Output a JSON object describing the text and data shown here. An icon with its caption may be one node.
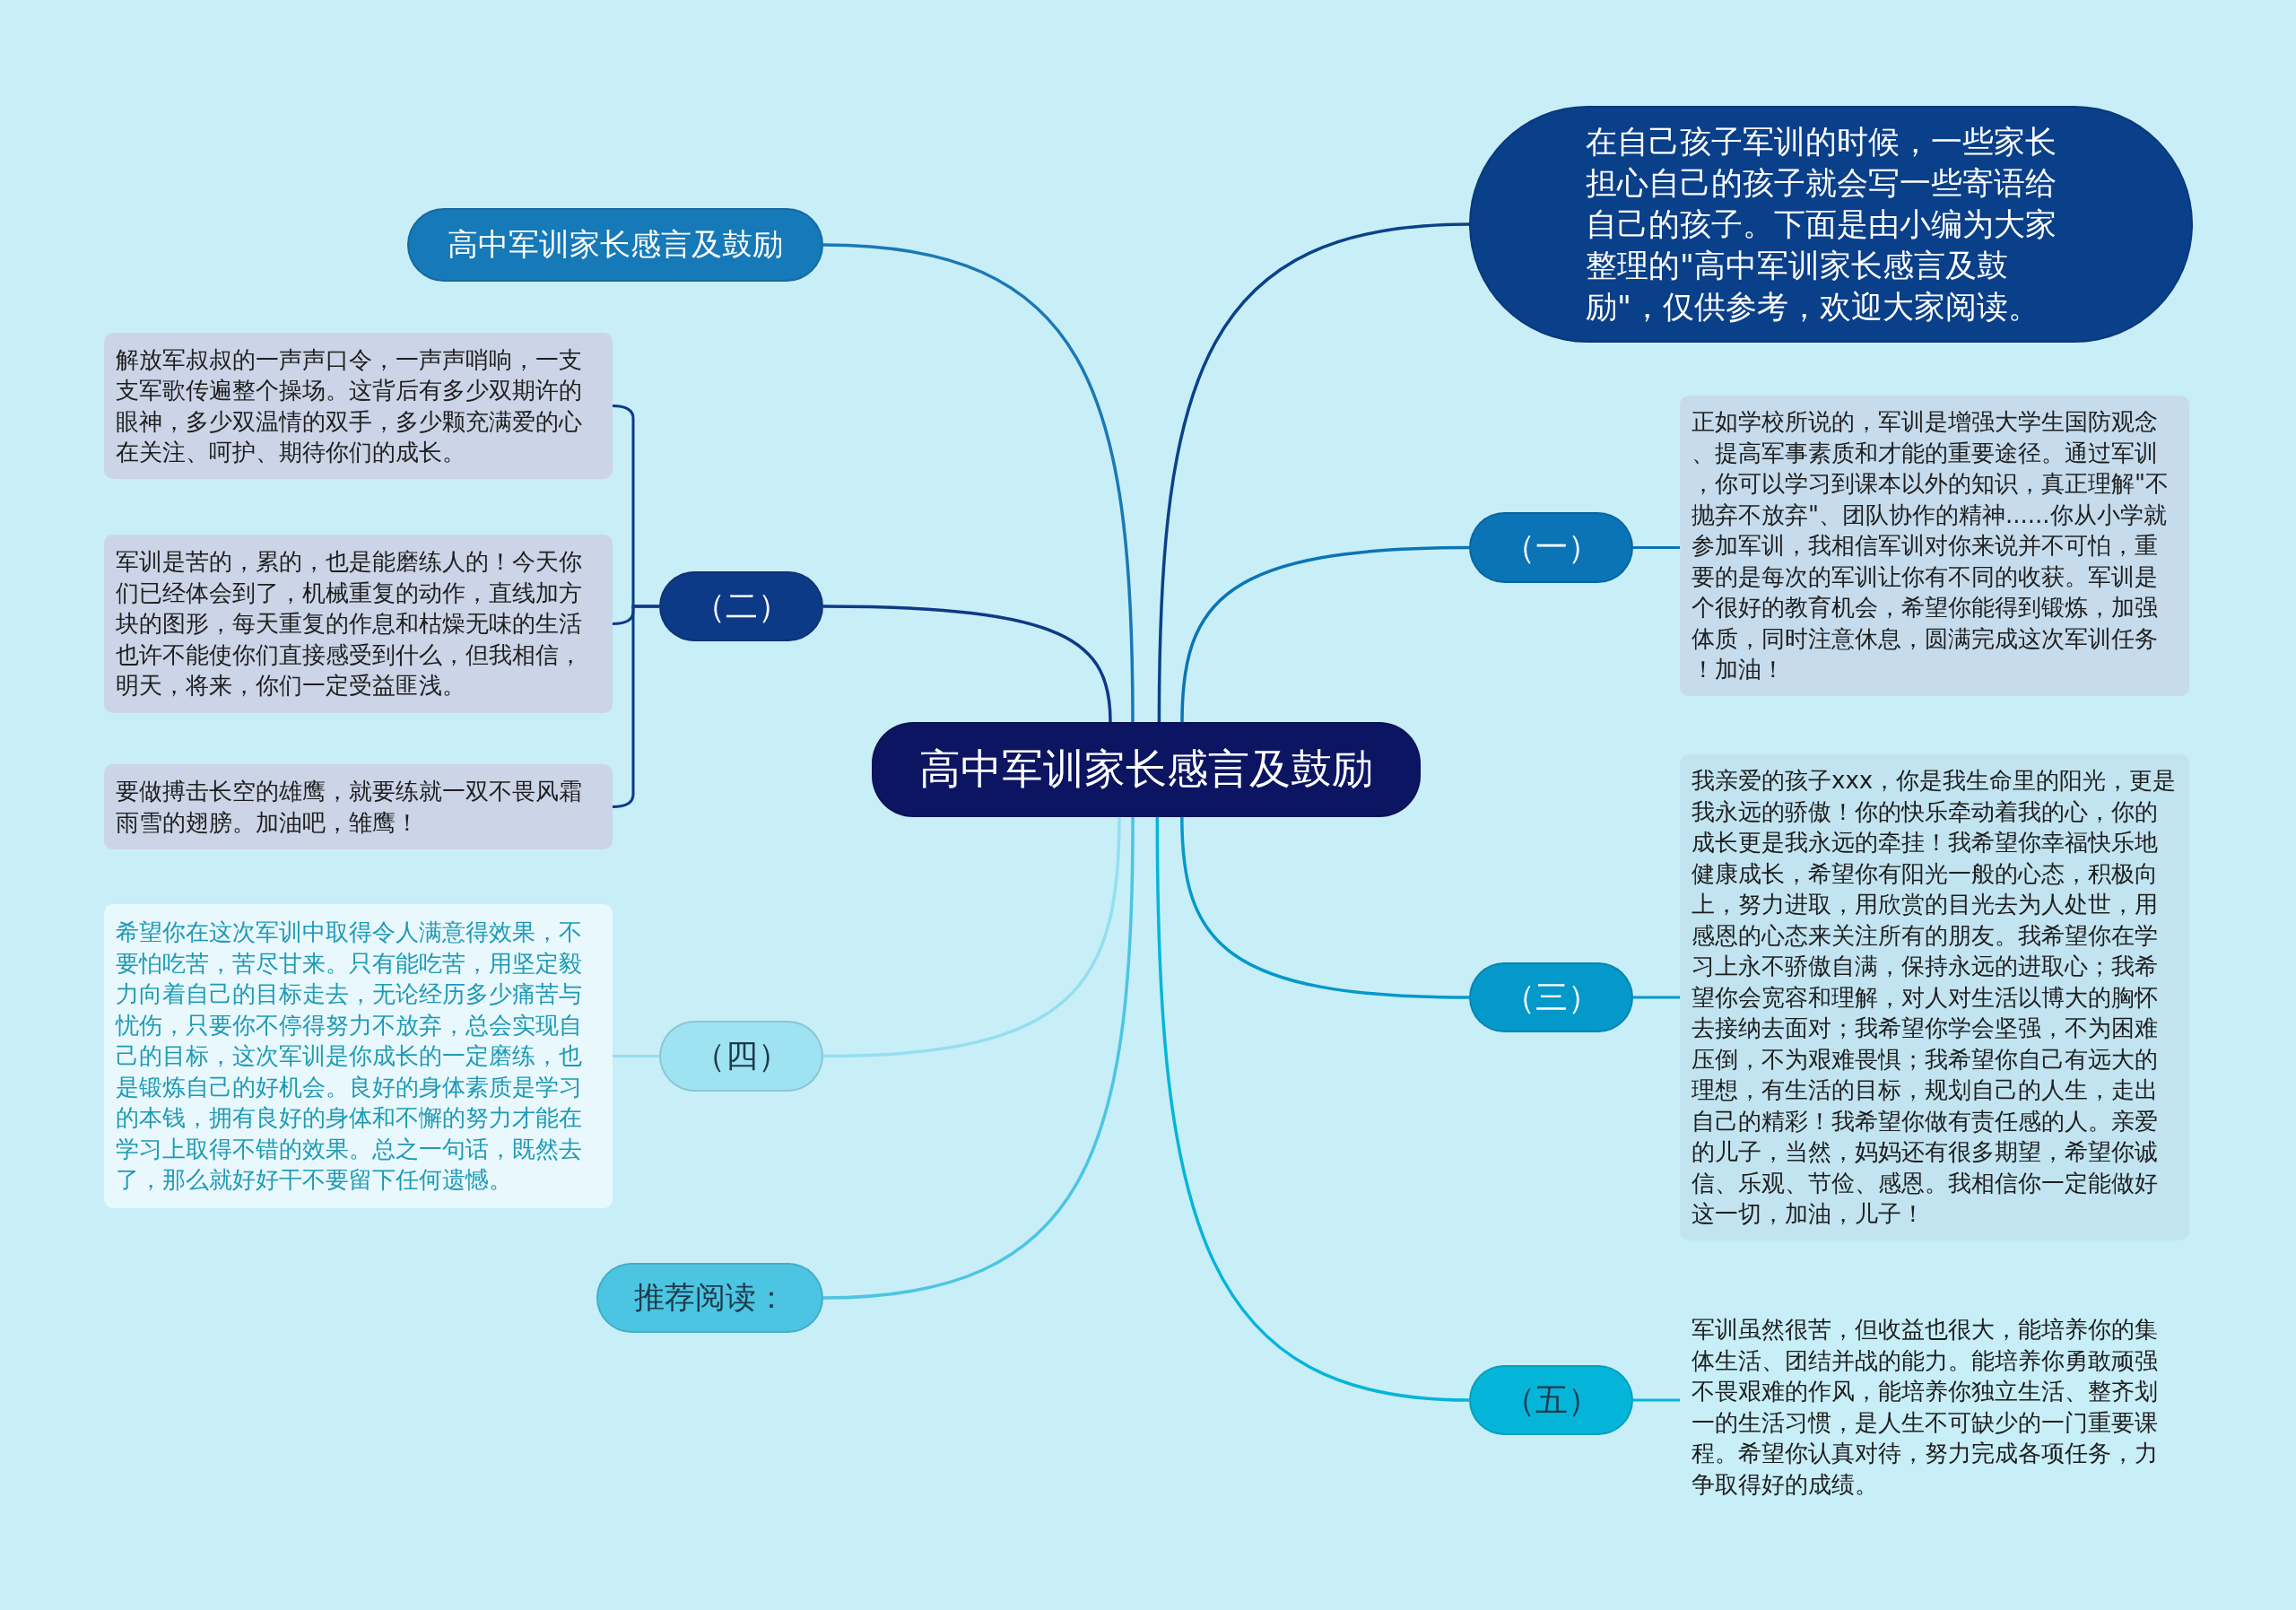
{
  "diagram": {
    "nodes": [
      {
        "text": [
          "高中军训家长感言及鼓励"
        ]
      },
      {
        "text": [
          "高中军训家长感言及鼓励"
        ]
      },
      {
        "text": [
          "在自己孩子军训的时候，一些家长担心自己的孩子就会写一些寄语给自己的孩子。下面是由小编为大家整理的\"高中军训家长感言及鼓励\"，仅供参考，欢迎大家阅读。"
        ]
      },
      {
        "text": [
          "（二）"
        ]
      },
      {
        "text": [
          "解放军叔叔的一声声口令，一声声哨响，一支支军歌传遍整个操场。这背后有多少双期许的眼神，多少双温情的双手，多少颗充满爱的心在关注、呵护、期待你们的成长。"
        ]
      },
      {
        "text": [
          "军训是苦的，累的，也是能磨练人的！今天你们已经体会到了，机械重复的动作，直线加方块的图形，每天重复的作息和枯燥无味的生活也许不能使你们直接感受到什么，但我相信，明天，将来，你们一定受益匪浅。"
        ]
      },
      {
        "text": [
          "要做搏击长空的雄鹰，就要练就一双不畏风霜雨雪的翅膀。加油吧，雏鹰！"
        ]
      },
      {
        "text": [
          "（一）"
        ]
      },
      {
        "text": [
          "正如学校所说的，军训是增强大学生国防观念、提高军事素质和才能的重要途径。通过军训，你可以学习到课本以外的知识，真正理解\"不抛弃不放弃\"、团队协作的精神......你从小学就参加军训，我相信军训对你来说并不可怕，重要的是每次的军训让你有不同的收获。军训是个很好的教育机会，希望你能得到锻炼，加强体质，同时注意休息，圆满完成这次军训任务！加油！"
        ]
      },
      {
        "text": [
          "（三）"
        ]
      },
      {
        "text": [
          "我亲爱的孩子xxx，你是我生命里的阳光，更是我永远的骄傲！你的快乐牵动着我的心，你的成长更是我永远的牵挂！我希望你幸福快乐地健康成长，希望你有阳光一般的心态，积极向上，努力进取，用欣赏的目光去为人处世，用感恩的心态来关注所有的朋友。我希望你在学习上永不骄傲自满，保持永远的进取心；我希望你会宽容和理解，对人对生活以博大的胸怀去接纳去面对；我希望你学会坚强，不为困难压倒，不为艰难畏惧；我希望你自己有远大的理想，有生活的目标，规划自己的人生，走出自己的精彩！我希望你做有责任感的人。亲爱的儿子，当然，妈妈还有很多期望，希望你诚信、乐观、节俭、感恩。我相信你一定能做好这一切，加油，儿子！"
        ]
      },
      {
        "text": [
          "（四）"
        ]
      },
      {
        "text": [
          "希望你在这次军训中取得令人满意得效果，不要怕吃苦，苦尽甘来。只有能吃苦，用坚定毅力向着自己的目标走去，无论经历多少痛苦与忧伤，只要你不停得努力不放弃，总会实现自己的目标，这次军训是你成长的一定磨练，也是锻炼自己的好机会。良好的身体素质是学习的本钱，拥有良好的身体和不懈的努力才能在学习上取得不错的效果。总之一句话，既然去了，那么就好好干不要留下任何遗憾。"
        ]
      },
      {
        "text": [
          "推荐阅读："
        ]
      },
      {
        "text": [
          "（五）"
        ]
      },
      {
        "text": [
          "军训虽然很苦，但收益也很大，能培养你的集体生活、团结并战的能力。能培养你勇敢顽强不畏艰难的作风，能培养你独立生活、整齐划一的生活习惯，是人生不可缺少的一门重要课程。希望你认真对待，努力完成各项任务，力争取得好的成绩。"
        ]
      }
    ],
    "edges": [
      {
        "from": 0,
        "to": 1,
        "arrow": "none",
        "color": "#1a78b6"
      },
      {
        "from": 0,
        "to": 2,
        "arrow": "none",
        "color": "#0b4189"
      },
      {
        "from": 0,
        "to": 3,
        "arrow": "none",
        "color": "#0d3a87"
      },
      {
        "from": 3,
        "to": 4,
        "arrow": "none",
        "color": "#0d3a87"
      },
      {
        "from": 3,
        "to": 5,
        "arrow": "none",
        "color": "#0d3a87"
      },
      {
        "from": 3,
        "to": 6,
        "arrow": "none",
        "color": "#0d3a87"
      },
      {
        "from": 0,
        "to": 7,
        "arrow": "none",
        "color": "#0a74b6"
      },
      {
        "from": 7,
        "to": 8,
        "arrow": "none",
        "color": "#0a74b6"
      },
      {
        "from": 0,
        "to": 9,
        "arrow": "none",
        "color": "#0598ca"
      },
      {
        "from": 9,
        "to": 10,
        "arrow": "none",
        "color": "#0598ca"
      },
      {
        "from": 0,
        "to": 11,
        "arrow": "none",
        "color": "#94def0"
      },
      {
        "from": 11,
        "to": 12,
        "arrow": "none",
        "color": "#94def0"
      },
      {
        "from": 0,
        "to": 13,
        "arrow": "none",
        "color": "#4cc5e2"
      },
      {
        "from": 0,
        "to": 14,
        "arrow": "none",
        "color": "#04b5d9"
      },
      {
        "from": 14,
        "to": 15,
        "arrow": "none",
        "color": "#04b5d9"
      }
    ]
  }
}
